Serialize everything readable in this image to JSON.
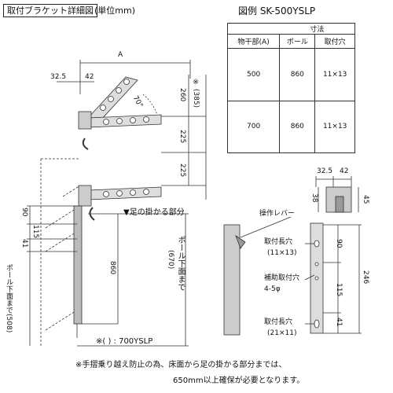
{
  "header": {
    "title": "取付ブラケット詳細図",
    "unit": "(単位mm)",
    "example": "図例 SK-500YSLP"
  },
  "spec_table": {
    "group_header": "寸法",
    "columns": [
      "物干部(A)",
      "ポール",
      "取付穴"
    ],
    "rows": [
      [
        "500",
        "860",
        "11×13"
      ],
      [
        "700",
        "860",
        "11×13"
      ]
    ]
  },
  "diagram_left": {
    "dim_a": "A",
    "dim_325": "32.5",
    "dim_42": "42",
    "angle": "70°",
    "dim_260": "260",
    "dim_385": "※ (385)",
    "dim_225a": "225",
    "dim_225b": "225",
    "dim_90": "90",
    "dim_115": "115",
    "dim_41": "41",
    "dim_860": "860",
    "foot_label": "▼足の掛かる部分",
    "pole_floor": "ポール下面まで",
    "pole_floor_val": "(670)",
    "floor_508": "ポール下面まで(508)",
    "note_700": "※( ) : 700YSLP"
  },
  "diagram_right": {
    "top_325": "32.5",
    "top_42": "42",
    "top_38": "38",
    "top_45": "45",
    "lever": "操作レバー",
    "mount_hole": "取付長穴",
    "mount_hole_size": "(11×13)",
    "aux_hole": "補助取付穴",
    "aux_size": "4-5φ",
    "mount_hole2": "取付長穴",
    "mount_hole2_size": "(21×11)",
    "dim_90": "90",
    "dim_115": "115",
    "dim_41": "41",
    "dim_246": "246"
  },
  "footnote": {
    "line1": "※手摺乗り越え防止の為、床面から足の掛かる部分までは、",
    "line2": "650mm以上確保が必要となります。"
  }
}
